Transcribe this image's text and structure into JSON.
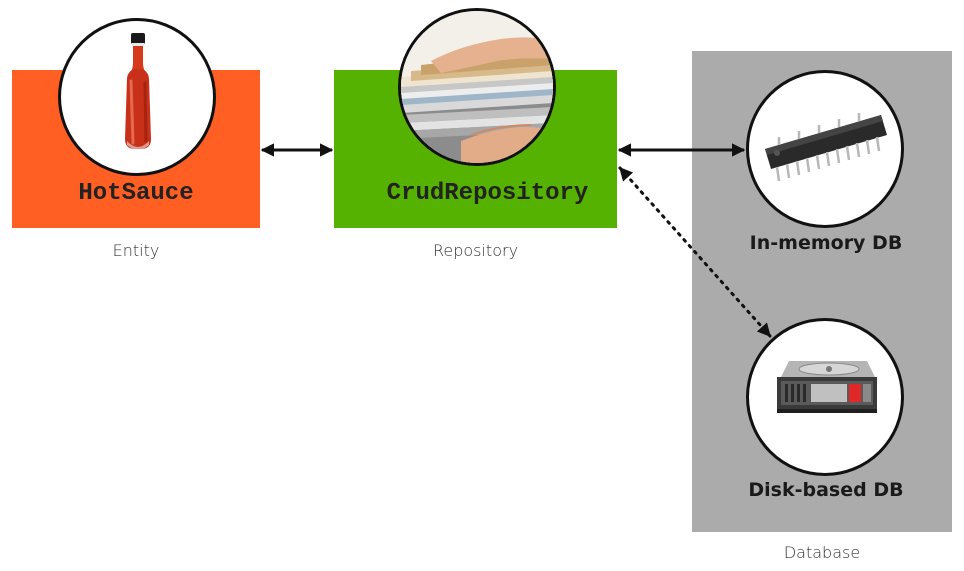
{
  "entity": {
    "name": "HotSauce",
    "caption": "Entity",
    "icon": "hot-sauce-bottle-icon",
    "color": "#ff5f22"
  },
  "repository": {
    "name": "CrudRepository",
    "caption": "Repository",
    "icon": "stack-of-papers-icon",
    "color": "#56b200"
  },
  "database": {
    "caption": "Database",
    "color": "#ababab",
    "in_memory": {
      "label": "In-memory DB",
      "icon": "memory-chip-icon"
    },
    "disk": {
      "label": "Disk-based DB",
      "icon": "hard-disk-icon"
    }
  },
  "connections": [
    {
      "from": "entity",
      "to": "repository",
      "style": "solid",
      "direction": "both"
    },
    {
      "from": "repository",
      "to": "in_memory",
      "style": "solid",
      "direction": "both"
    },
    {
      "from": "repository",
      "to": "disk",
      "style": "dotted",
      "direction": "both"
    }
  ]
}
